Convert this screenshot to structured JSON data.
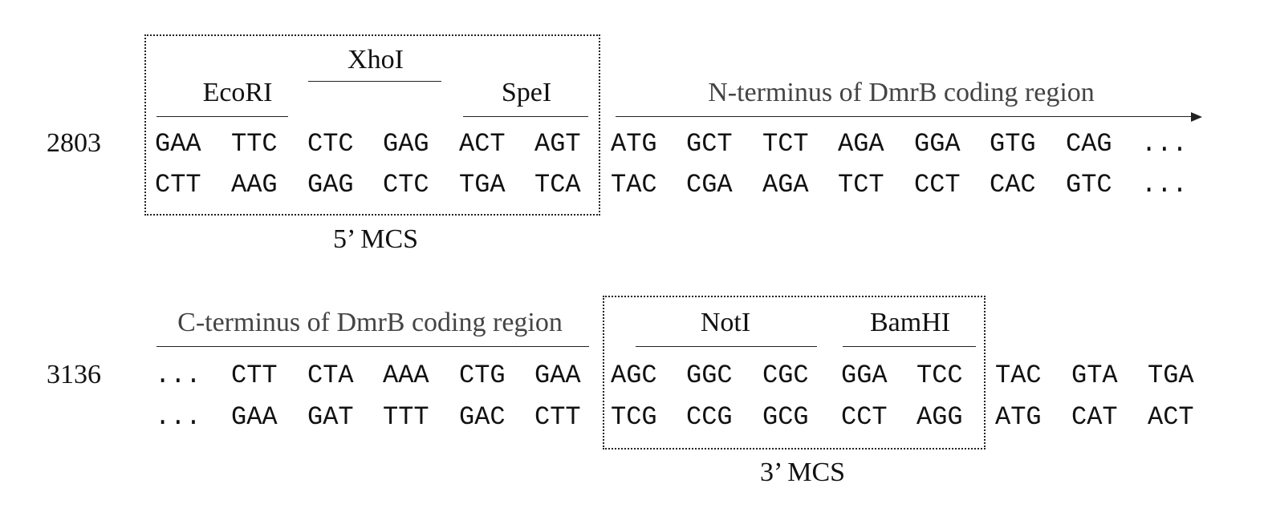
{
  "top": {
    "position": "2803",
    "sites": [
      "EcoRI",
      "XhoI",
      "SpeI"
    ],
    "region_label": "N-terminus of DmrB coding region",
    "mcs_label": "5’ MCS",
    "strand1": [
      "GAA",
      "TTC",
      "CTC",
      "GAG",
      "ACT",
      "AGT",
      "ATG",
      "GCT",
      "TCT",
      "AGA",
      "GGA",
      "GTG",
      "CAG",
      "..."
    ],
    "strand2": [
      "CTT",
      "AAG",
      "GAG",
      "CTC",
      "TGA",
      "TCA",
      "TAC",
      "CGA",
      "AGA",
      "TCT",
      "CCT",
      "CAC",
      "GTC",
      "..."
    ]
  },
  "bottom": {
    "position": "3136",
    "sites": [
      "NotI",
      "BamHI"
    ],
    "region_label": "C-terminus of DmrB coding region",
    "mcs_label": "3’ MCS",
    "strand1": [
      "...",
      "CTT",
      "CTA",
      "AAA",
      "CTG",
      "GAA",
      "AGC",
      "GGC",
      "CGC",
      "GGA",
      "TCC",
      "TAC",
      "GTA",
      "TGA"
    ],
    "strand2": [
      "...",
      "GAA",
      "GAT",
      "TTT",
      "GAC",
      "CTT",
      "TCG",
      "CCG",
      "GCG",
      "CCT",
      "AGG",
      "ATG",
      "CAT",
      "ACT"
    ]
  }
}
